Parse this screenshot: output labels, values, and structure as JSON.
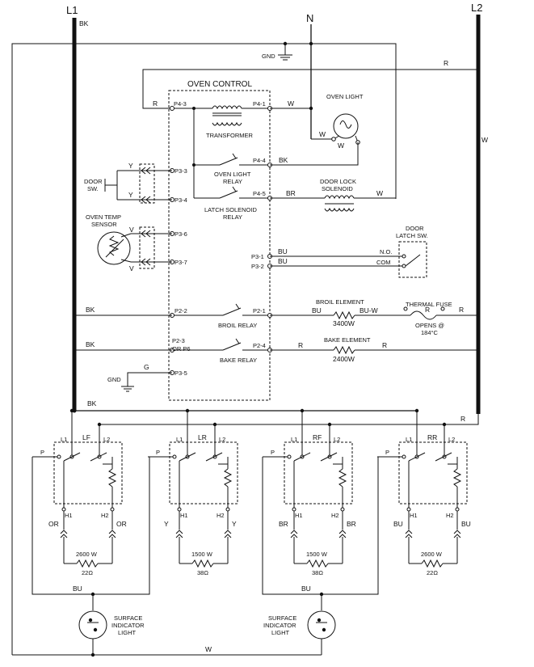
{
  "buses": {
    "l1": "L1",
    "n": "N",
    "l2": "L2"
  },
  "wires": {
    "bk": "BK",
    "w": "W",
    "r": "R",
    "bu": "BU",
    "br": "BR",
    "or": "OR",
    "y": "Y",
    "g": "G",
    "bu_w": "BU-W"
  },
  "ground": "GND",
  "oven_control": {
    "title": "OVEN CONTROL",
    "transformer": "TRANSFORMER",
    "oven_light_relay": [
      "OVEN LIGHT",
      "RELAY"
    ],
    "latch_solenoid_relay": [
      "LATCH SOLENOID",
      "RELAY"
    ],
    "broil_relay": "BROIL RELAY",
    "bake_relay": "BAKE RELAY",
    "pins": {
      "p4_3": "P4-3",
      "p4_1": "P4-1",
      "p4_4": "P4-4",
      "p4_5": "P4-5",
      "p3_3": "P3-3",
      "p3_4": "P3-4",
      "p3_6": "P3-6",
      "p3_7": "P3-7",
      "p3_1": "P3-1",
      "p3_2": "P3-2",
      "p2_2": "P2-2",
      "p2_1": "P2-1",
      "p2_3": "P2-3",
      "or_p6": "OR P6",
      "p2_4": "P2-4",
      "p3_5": "P3-5"
    }
  },
  "oven_light": "OVEN LIGHT",
  "door_sw": [
    "DOOR",
    "SW."
  ],
  "door_lock_solenoid": [
    "DOOR LOCK",
    "SOLENOID"
  ],
  "oven_temp_sensor": [
    "OVEN TEMP",
    "SENSOR"
  ],
  "door_latch_sw": [
    "DOOR",
    "LATCH SW."
  ],
  "latch_contacts": {
    "no": "N.O.",
    "com": "COM"
  },
  "broil_element": {
    "name": "BROIL ELEMENT",
    "watts": "3400W"
  },
  "bake_element": {
    "name": "BAKE ELEMENT",
    "watts": "2400W"
  },
  "thermal_fuse": {
    "name": "THERMAL FUSE",
    "opens": "OPENS @",
    "temp": "184°C"
  },
  "switch_letters": {
    "p": "P",
    "l1": "L1",
    "l2": "L2",
    "h1": "H1",
    "h2": "H2"
  },
  "burners": [
    {
      "name": "LF",
      "wire": "OR",
      "watts": "2600 W",
      "ohms": "22Ω"
    },
    {
      "name": "LR",
      "wire": "Y",
      "watts": "1500 W",
      "ohms": "38Ω"
    },
    {
      "name": "RF",
      "wire": "BR",
      "watts": "1500 W",
      "ohms": "38Ω"
    },
    {
      "name": "RR",
      "wire": "BU",
      "watts": "2600 W",
      "ohms": "22Ω"
    }
  ],
  "surface_indicator_light": [
    "SURFACE",
    "INDICATOR",
    "LIGHT"
  ]
}
